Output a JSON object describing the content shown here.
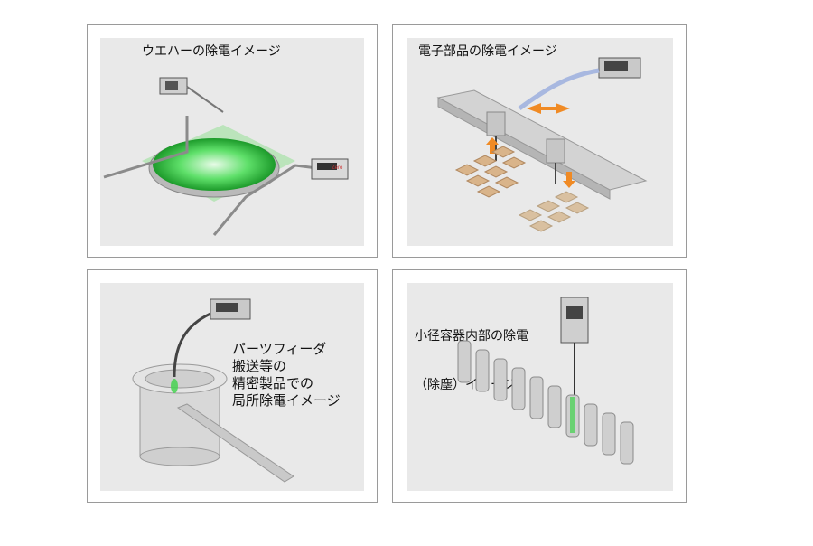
{
  "panels": {
    "wafer": {
      "title": "ウエハーの除電イメージ"
    },
    "parts": {
      "title": "電子部品の除電イメージ"
    },
    "feeder": {
      "caption_lines": [
        "パーツフィーダ",
        "搬送等の",
        "精密製品での",
        "局所除電イメージ"
      ]
    },
    "container": {
      "title_lines": [
        "小径容器内部の除電",
        "（除塵）イメージ"
      ]
    }
  },
  "colors": {
    "panel_bg": "#e9e9e9",
    "ion_green": "#3fd24a",
    "arrow_orange": "#f08a24",
    "pad_tan": "#d9b48a"
  }
}
